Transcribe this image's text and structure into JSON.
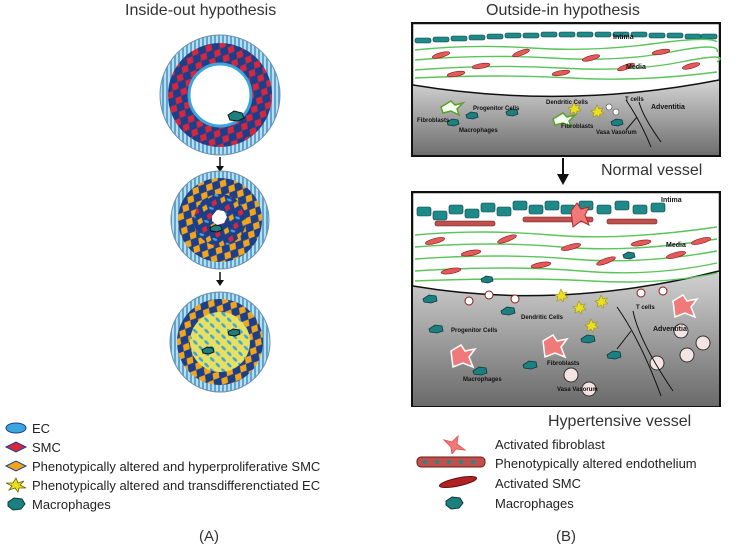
{
  "left_title": "Inside-out hypothesis",
  "right_title": "Outside-in hypothesis",
  "normal_vessel_label": "Normal vessel",
  "hypertensive_vessel_label": "Hypertensive vessel",
  "panel_a_label": "(A)",
  "panel_b_label": "(B)",
  "vessel_layers": {
    "intima": "Intima",
    "media": "Media",
    "adventitia": "Adventitia"
  },
  "cell_labels": {
    "progenitor": "Progenitor Cells",
    "dendritic": "Dendritic Cells",
    "t_cells": "T cells",
    "fibroblasts": "Fibroblasts",
    "macrophages": "Macrophages",
    "vasa_vasorum": "Vasa Vasorum"
  },
  "legend_left": [
    {
      "icon": "ec-ellipse-icon",
      "label": "EC",
      "color": "#3ba6dc"
    },
    {
      "icon": "smc-diamond-icon",
      "label": "SMC",
      "color": "#d7263d"
    },
    {
      "icon": "altered-smc-diamond-icon",
      "label": "Phenotypically altered and hyperproliferative SMC",
      "color": "#f2a51a"
    },
    {
      "icon": "transdifferentiated-ec-star-icon",
      "label": "Phenotypically altered and transdifferenctiated EC",
      "color": "#e8e020"
    },
    {
      "icon": "macrophage-icon",
      "label": "Macrophages",
      "color": "#1e7f80"
    }
  ],
  "legend_right": [
    {
      "icon": "activated-fibroblast-icon",
      "label": "Activated fibroblast",
      "color": "#e85a5a"
    },
    {
      "icon": "altered-endothelium-icon",
      "label": "Phenotypically altered endothelium",
      "color": "#c0504d"
    },
    {
      "icon": "activated-smc-icon",
      "label": "Activated SMC",
      "color": "#b22222"
    },
    {
      "icon": "macrophage-icon",
      "label": "Macrophages",
      "color": "#1e7f80"
    }
  ]
}
